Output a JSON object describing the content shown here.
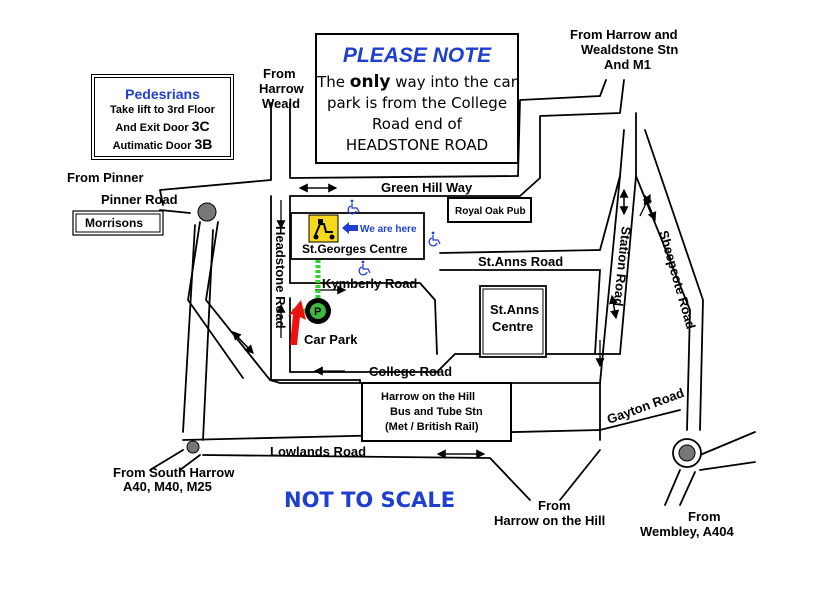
{
  "note": {
    "title": "PLEASE NOTE",
    "line1_pre": "The ",
    "line1_bold": "only",
    "line1_post": " way into the car",
    "line2": "park is from the College",
    "line3": "Road end of",
    "line4": "HEADSTONE ROAD"
  },
  "pedestrians": {
    "title": "Pedesrians",
    "line1": "Take lift to 3rd Floor",
    "line2_text": "And Exit Door ",
    "line2_code": "3C",
    "line3_text": "Autimatic Door ",
    "line3_code": "3B"
  },
  "directions": {
    "harrow_weald_1": "From",
    "harrow_weald_2": "Harrow",
    "harrow_weald_3": "Weald",
    "harrow_wealdstone_1": "From Harrow and",
    "harrow_wealdstone_2": "Wealdstone Stn",
    "harrow_wealdstone_3": "And M1",
    "from_pinner": "From Pinner",
    "south_harrow_1": "From South Harrow",
    "south_harrow_2": "A40, M40, M25",
    "harrow_hill_1": "From",
    "harrow_hill_2": "Harrow on the Hill",
    "wembley_1": "From",
    "wembley_2": "Wembley, A404"
  },
  "roads": {
    "green_hill_way": "Green Hill Way",
    "pinner_road": "Pinner Road",
    "headstone_road": "Headstone Road",
    "kymberly_road": "Kymberly Road",
    "st_anns_road": "St.Anns Road",
    "station_road": "Station Road",
    "sheepcote_road": "Sheepcote Road",
    "college_road": "College Road",
    "gayton_road": "Gayton Road",
    "lowlands_road": "Lowlands Road"
  },
  "places": {
    "morrisons": "Morrisons",
    "royal_oak": "Royal Oak Pub",
    "st_georges": "St.Georges Centre",
    "we_are_here": "We are here",
    "st_anns_1": "St.Anns",
    "st_anns_2": "Centre",
    "car_park": "Car Park",
    "parking_symbol": "P",
    "station_1": "Harrow on the Hill",
    "station_2": "Bus and Tube Stn",
    "station_3": "(Met / British Rail)"
  },
  "scale_note": "NOT TO SCALE",
  "icons": [
    "wheelchair-icon",
    "mobility-scooter-icon",
    "parking-icon",
    "roundabout-icon",
    "blue-arrow-icon",
    "red-entry-arrow-icon"
  ],
  "colors": {
    "accent_blue": "#1f3fd0",
    "route_green": "#2bd62b",
    "entry_red": "#ee1111",
    "scooter_yellow": "#f7d81a",
    "roundabout_grey": "#777777"
  }
}
